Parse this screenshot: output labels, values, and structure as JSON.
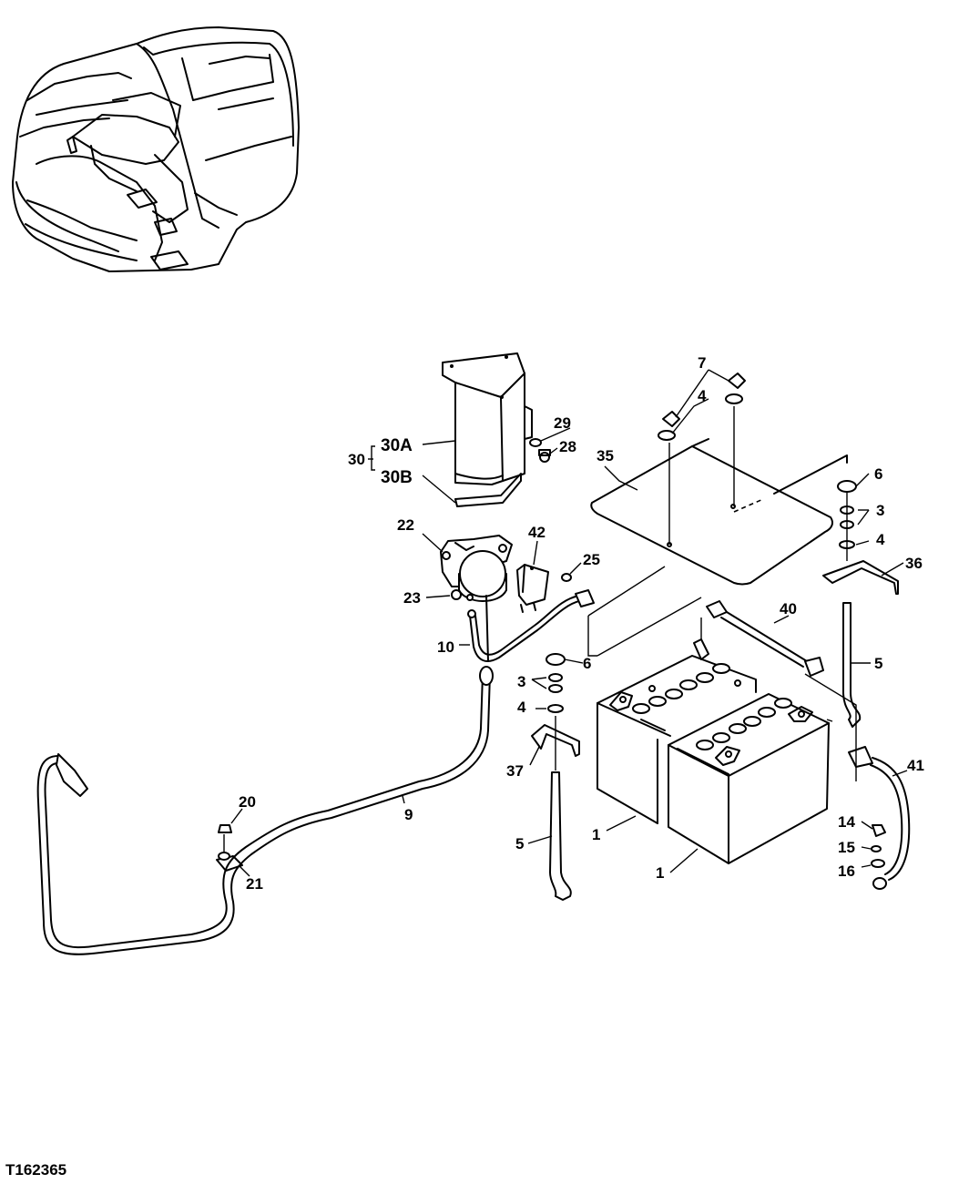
{
  "figure_id": "T162365",
  "callouts": {
    "c1a": "1",
    "c1b": "1",
    "c3a": "3",
    "c3b": "3",
    "c4a": "4",
    "c4b": "4",
    "c4c": "4",
    "c5a": "5",
    "c5b": "5",
    "c6a": "6",
    "c6b": "6",
    "c7": "7",
    "c9": "9",
    "c10": "10",
    "c14": "14",
    "c15": "15",
    "c16": "16",
    "c20": "20",
    "c21": "21",
    "c22": "22",
    "c23": "23",
    "c25": "25",
    "c28": "28",
    "c29": "29",
    "c30": "30",
    "c30a": "30A",
    "c30b": "30B",
    "c35": "35",
    "c36": "36",
    "c37": "37",
    "c40": "40",
    "c41": "41",
    "c42": "42"
  }
}
